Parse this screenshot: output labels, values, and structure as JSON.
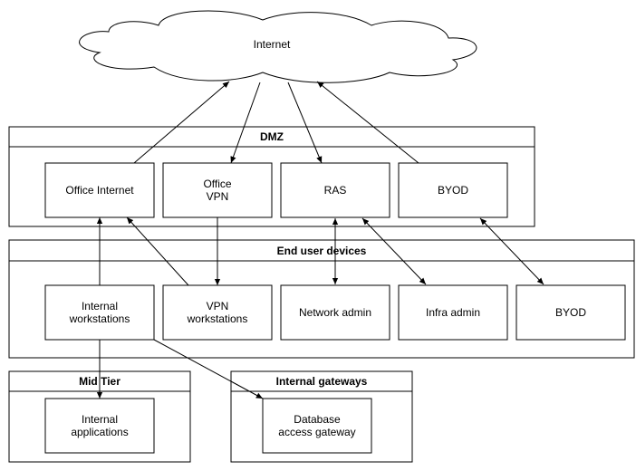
{
  "cloud": {
    "label": "Internet"
  },
  "groups": {
    "dmz": {
      "title": "DMZ"
    },
    "end_user_devices": {
      "title": "End user devices"
    },
    "mid_tier": {
      "title": "Mid Tier"
    },
    "internal_gateways": {
      "title": "Internal gateways"
    }
  },
  "nodes": {
    "office_internet": "Office Internet",
    "office_vpn": "Office\nVPN",
    "ras": "RAS",
    "byod_dmz": "BYOD",
    "internal_workstations": "Internal\nworkstations",
    "vpn_workstations": "VPN\nworkstations",
    "network_admin": "Network admin",
    "infra_admin": "Infra admin",
    "byod_device": "BYOD",
    "internal_applications": "Internal\napplications",
    "database_access_gateway": "Database\naccess gateway"
  },
  "connections": [
    {
      "from": "office_internet",
      "to": "internet",
      "direction": "forward"
    },
    {
      "from": "internet",
      "to": "office_vpn",
      "direction": "forward"
    },
    {
      "from": "internet",
      "to": "ras",
      "direction": "forward"
    },
    {
      "from": "byod_dmz",
      "to": "internet",
      "direction": "forward"
    },
    {
      "from": "internal_workstations",
      "to": "office_internet",
      "direction": "forward"
    },
    {
      "from": "vpn_workstations",
      "to": "office_internet",
      "direction": "forward"
    },
    {
      "from": "office_vpn",
      "to": "vpn_workstations",
      "direction": "forward"
    },
    {
      "from": "ras",
      "to": "network_admin",
      "direction": "both"
    },
    {
      "from": "ras",
      "to": "infra_admin",
      "direction": "both"
    },
    {
      "from": "byod_dmz",
      "to": "byod_device",
      "direction": "both"
    },
    {
      "from": "internal_workstations",
      "to": "internal_applications",
      "direction": "forward"
    },
    {
      "from": "internal_workstations",
      "to": "database_access_gateway",
      "direction": "forward"
    }
  ]
}
